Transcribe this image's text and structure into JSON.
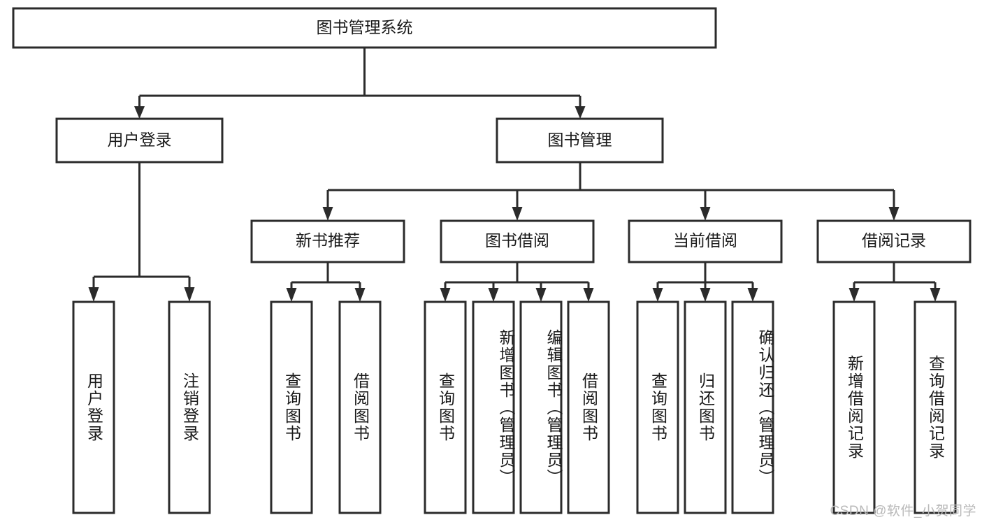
{
  "diagram": {
    "title": "图书管理系统",
    "type": "tree-hierarchy",
    "orientation": "top-down",
    "style": {
      "box_fill": "#ffffff",
      "box_stroke": "#2b2b2b",
      "line_color": "#2b2b2b",
      "text_color": "#1a1a1a",
      "background": "#ffffff"
    },
    "levels": [
      {
        "level": 1,
        "nodes": [
          {
            "id": "root",
            "label": "图书管理系统",
            "orientation": "horizontal"
          }
        ]
      },
      {
        "level": 2,
        "nodes": [
          {
            "id": "user-login",
            "label": "用户登录",
            "orientation": "horizontal",
            "parent": "root"
          },
          {
            "id": "book-manage",
            "label": "图书管理",
            "orientation": "horizontal",
            "parent": "root"
          }
        ]
      },
      {
        "level": 3,
        "nodes": [
          {
            "id": "new-book-rec",
            "label": "新书推荐",
            "orientation": "horizontal",
            "parent": "book-manage"
          },
          {
            "id": "book-borrow",
            "label": "图书借阅",
            "orientation": "horizontal",
            "parent": "book-manage"
          },
          {
            "id": "current-borrow",
            "label": "当前借阅",
            "orientation": "horizontal",
            "parent": "book-manage"
          },
          {
            "id": "borrow-record",
            "label": "借阅记录",
            "orientation": "horizontal",
            "parent": "book-manage"
          }
        ]
      },
      {
        "level": 4,
        "nodes": [
          {
            "id": "leaf-user-login",
            "label": "用户登录",
            "orientation": "vertical",
            "parent": "user-login"
          },
          {
            "id": "leaf-logout",
            "label": "注销登录",
            "orientation": "vertical",
            "parent": "user-login"
          },
          {
            "id": "leaf-query-book-1",
            "label": "查询图书",
            "orientation": "vertical",
            "parent": "new-book-rec"
          },
          {
            "id": "leaf-borrow-book-1",
            "label": "借阅图书",
            "orientation": "vertical",
            "parent": "new-book-rec"
          },
          {
            "id": "leaf-query-book-2",
            "label": "查询图书",
            "orientation": "vertical",
            "parent": "book-borrow"
          },
          {
            "id": "leaf-add-book",
            "label": "新增图书（管理员）",
            "orientation": "vertical",
            "parent": "book-borrow"
          },
          {
            "id": "leaf-edit-book",
            "label": "编辑图书（管理员）",
            "orientation": "vertical",
            "parent": "book-borrow"
          },
          {
            "id": "leaf-borrow-book-2",
            "label": "借阅图书",
            "orientation": "vertical",
            "parent": "book-borrow"
          },
          {
            "id": "leaf-query-book-3",
            "label": "查询图书",
            "orientation": "vertical",
            "parent": "current-borrow"
          },
          {
            "id": "leaf-return-book",
            "label": "归还图书",
            "orientation": "vertical",
            "parent": "current-borrow"
          },
          {
            "id": "leaf-confirm-return",
            "label": "确认归还（管理员）",
            "orientation": "vertical",
            "parent": "current-borrow"
          },
          {
            "id": "leaf-add-record",
            "label": "新增借阅记录",
            "orientation": "vertical",
            "parent": "borrow-record"
          },
          {
            "id": "leaf-query-record",
            "label": "查询借阅记录",
            "orientation": "vertical",
            "parent": "borrow-record"
          }
        ]
      }
    ]
  },
  "watermark": {
    "text": "CSDN @软件_小贺同学"
  }
}
